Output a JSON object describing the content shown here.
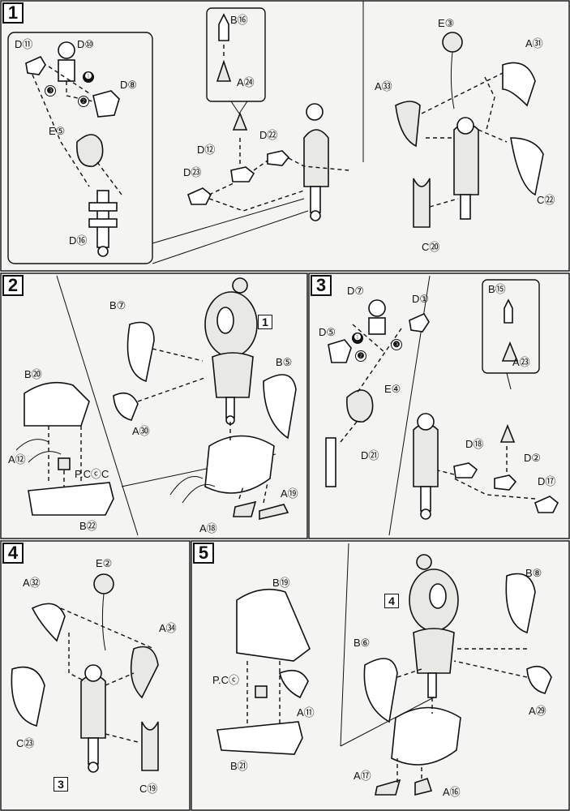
{
  "steps": [
    {
      "number": "1"
    },
    {
      "number": "2"
    },
    {
      "number": "3"
    },
    {
      "number": "4"
    },
    {
      "number": "5"
    }
  ],
  "step1": {
    "labels": [
      "D⑪",
      "D⑩",
      "D⑧",
      "E⑤",
      "D⑯",
      "B⑯",
      "A㉔",
      "D⑫",
      "D㉒",
      "D㉓",
      "E③",
      "A㉛",
      "A㉝",
      "C㉒",
      "C⑳"
    ],
    "order_marks": [
      "❶",
      "❷",
      "❸"
    ]
  },
  "step2": {
    "labels": [
      "B⑦",
      "B⑤",
      "A㉚",
      "B⑳",
      "A⑫",
      "P.CⓒC",
      "B㉒",
      "A⑱",
      "A⑲"
    ],
    "ref": "1"
  },
  "step3": {
    "labels": [
      "D⑦",
      "D①",
      "D⑤",
      "E④",
      "D㉑",
      "B⑮",
      "A㉓",
      "D⑱",
      "D②",
      "D⑰"
    ],
    "order_marks": [
      "❶",
      "❷",
      "❸"
    ]
  },
  "step4": {
    "labels": [
      "E②",
      "A㉜",
      "A㉞",
      "C㉓",
      "C⑲"
    ],
    "ref": "3"
  },
  "step5": {
    "labels": [
      "B⑲",
      "P.Cⓒ",
      "A⑪",
      "B㉑",
      "B⑧",
      "B⑥",
      "A㉙",
      "A⑰",
      "A⑯"
    ],
    "ref": "4"
  }
}
